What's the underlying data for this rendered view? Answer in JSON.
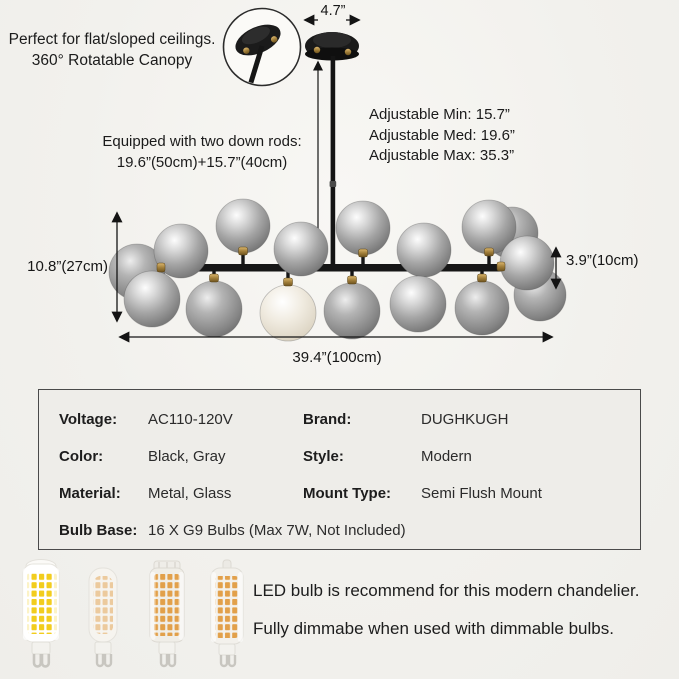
{
  "colors": {
    "metal_black": "#151515",
    "brass_gold": "#b28a45",
    "background": "#f2f1ed",
    "text": "#1c1c1c"
  },
  "features": {
    "ceiling_note_line1": "Perfect for flat/sloped ceilings.",
    "ceiling_note_line2": "360° Rotatable Canopy",
    "rods_note_line1": "Equipped with two down rods:",
    "rods_note_line2": "19.6”(50cm)+15.7”(40cm)",
    "adjustable_min": "Adjustable Min: 15.7”",
    "adjustable_med": "Adjustable Med: 19.6”",
    "adjustable_max": "Adjustable Max: 35.3”"
  },
  "dimensions": {
    "canopy_width": "4.7”",
    "fixture_height": "10.8”(27cm)",
    "globe_drop": "3.9”(10cm)",
    "fixture_width": "39.4”(100cm)"
  },
  "specs": {
    "rows": [
      {
        "label1": "Voltage:",
        "value1": "AC110-120V",
        "label2": "Brand:",
        "value2": "DUGHKUGH"
      },
      {
        "label1": "Color:",
        "value1": "Black, Gray",
        "label2": "Style:",
        "value2": "Modern"
      },
      {
        "label1": "Material:",
        "value1": "Metal, Glass",
        "label2": "Mount Type:",
        "value2": "Semi Flush Mount"
      },
      {
        "label1": "Bulb Base:",
        "value1": "16 X G9 Bulbs (Max 7W, Not Included)"
      }
    ]
  },
  "footer": {
    "line1": "LED bulb is recommend for this modern chandelier.",
    "line2": "Fully dimmabe when used with dimmable bulbs."
  },
  "icons": {
    "canopy_inset": "rotatable-canopy-closeup",
    "bulbs": [
      "g9-led-bulb-cool",
      "g9-led-bulb-frosted",
      "g9-led-bulb-clear",
      "g9-led-bulb-ceramic"
    ]
  }
}
